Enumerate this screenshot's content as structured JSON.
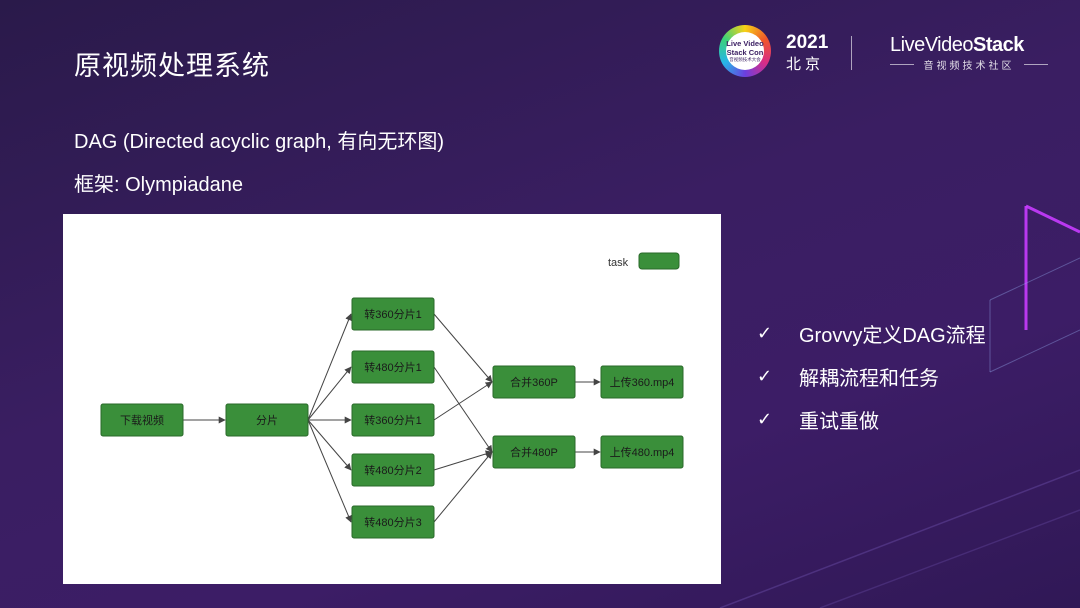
{
  "slide": {
    "title": "原视频处理系统",
    "subtitle_line1": "DAG (Directed acyclic graph, 有向无环图)",
    "subtitle_line2": "框架: Olympiadane"
  },
  "event_logo": {
    "ring_line1": "Live Video",
    "ring_line2": "Stack Con",
    "ring_line3": "音视频技术大会",
    "year": "2021",
    "city": "北京"
  },
  "brand": {
    "name_prefix": "LiveVideo",
    "name_suffix": "Stack",
    "tagline": "音视频技术社区"
  },
  "diagram": {
    "legend_label": "task",
    "node_color": "#3a8f3a",
    "node_border": "#2a6a2a",
    "nodes": [
      {
        "id": "download",
        "label": "下载视频"
      },
      {
        "id": "split",
        "label": "分片"
      },
      {
        "id": "t360_1a",
        "label": "转360分片1"
      },
      {
        "id": "t480_1",
        "label": "转480分片1"
      },
      {
        "id": "t360_1b",
        "label": "转360分片1"
      },
      {
        "id": "t480_2",
        "label": "转480分片2"
      },
      {
        "id": "t480_3",
        "label": "转480分片3"
      },
      {
        "id": "merge360",
        "label": "合并360P"
      },
      {
        "id": "merge480",
        "label": "合并480P"
      },
      {
        "id": "up360",
        "label": "上传360.mp4"
      },
      {
        "id": "up480",
        "label": "上传480.mp4"
      }
    ],
    "edges": [
      [
        "download",
        "split"
      ],
      [
        "split",
        "t360_1a"
      ],
      [
        "split",
        "t480_1"
      ],
      [
        "split",
        "t360_1b"
      ],
      [
        "split",
        "t480_2"
      ],
      [
        "split",
        "t480_3"
      ],
      [
        "t360_1a",
        "merge360"
      ],
      [
        "t360_1b",
        "merge360"
      ],
      [
        "t480_1",
        "merge480"
      ],
      [
        "t480_2",
        "merge480"
      ],
      [
        "t480_3",
        "merge480"
      ],
      [
        "merge360",
        "up360"
      ],
      [
        "merge480",
        "up480"
      ]
    ]
  },
  "bullets": [
    {
      "icon": "check-icon",
      "text": "Grovvy定义DAG流程"
    },
    {
      "icon": "check-icon",
      "text": "解耦流程和任务"
    },
    {
      "icon": "check-icon",
      "text": "重试重做"
    }
  ]
}
